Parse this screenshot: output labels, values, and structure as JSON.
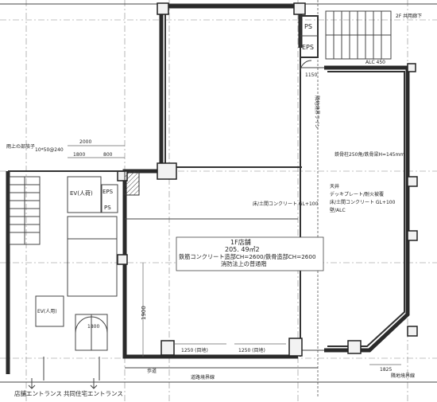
{
  "labels": {
    "shop_name": "1F店舗",
    "area": "205. 49㎡2",
    "structure": "鉄筋コンクリート造部CH=2600/鉄骨造部CH=2600",
    "fire_law": "消防法上の普通階",
    "eps1": "EPS",
    "ps1": "PS",
    "eps2": "EPS",
    "ps2": "PS",
    "ev": "EV(人荷)",
    "ev2": "EV(人用)",
    "entrance_shop": "店舗エントランス",
    "entrance_residence": "共同住宅エントランス",
    "dim_2000": "2000",
    "dim_1800": "1800",
    "dim_800": "800",
    "dim_1900": "1900",
    "dim_1250_a": "1250 (目地)",
    "dim_1250_b": "1250 (目地)",
    "dim_1150": "1150",
    "dim_1825": "1825",
    "dim_1800b": "1800",
    "beam_note": "鉄骨柱250角/鉄骨梁H=145mm",
    "floor_note": "床/土間コンクリート GL+100",
    "deck_note1": "デッキプレート/耐火被覆",
    "deck_note2": "床/土間コンクリート GL+100",
    "wall_note": "壁/ALC",
    "roof_note": "天井",
    "boundary": "隣地境界線",
    "road_boundary": "道路境界線",
    "upper_note": "2F 共用廊下",
    "left_note": "雨上の部族子",
    "dim_note_left": "10*50@240",
    "right_note": "隣地境界ライン",
    "gl": "ALC 450",
    "bottom_note": "歩道"
  }
}
